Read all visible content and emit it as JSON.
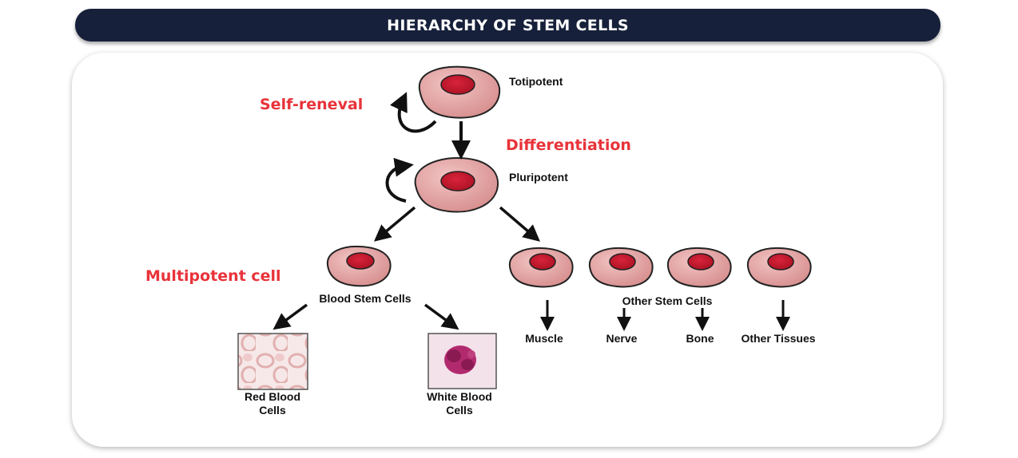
{
  "header": {
    "title": "HIERARCHY OF STEM CELLS"
  },
  "annotations": {
    "self_renewal": "Self-reneval",
    "differentiation": "Differentiation",
    "multipotent": "Multipotent cell"
  },
  "cells": {
    "totipotent": "Totipotent",
    "pluripotent": "Pluripotent",
    "blood_stem": "Blood Stem Cells",
    "other_stem": "Other Stem Cells"
  },
  "outputs": {
    "red_blood_line1": "Red Blood",
    "red_blood_line2": "Cells",
    "white_blood_line1": "White Blood",
    "white_blood_line2": "Cells",
    "muscle": "Muscle",
    "nerve": "Nerve",
    "bone": "Bone",
    "other_tissues": "Other Tissues"
  },
  "colors": {
    "header_bg": "#16203a",
    "annotation_red": "#e8333a",
    "cell_fill": "#e4a0a0",
    "nucleus": "#c4142c"
  }
}
